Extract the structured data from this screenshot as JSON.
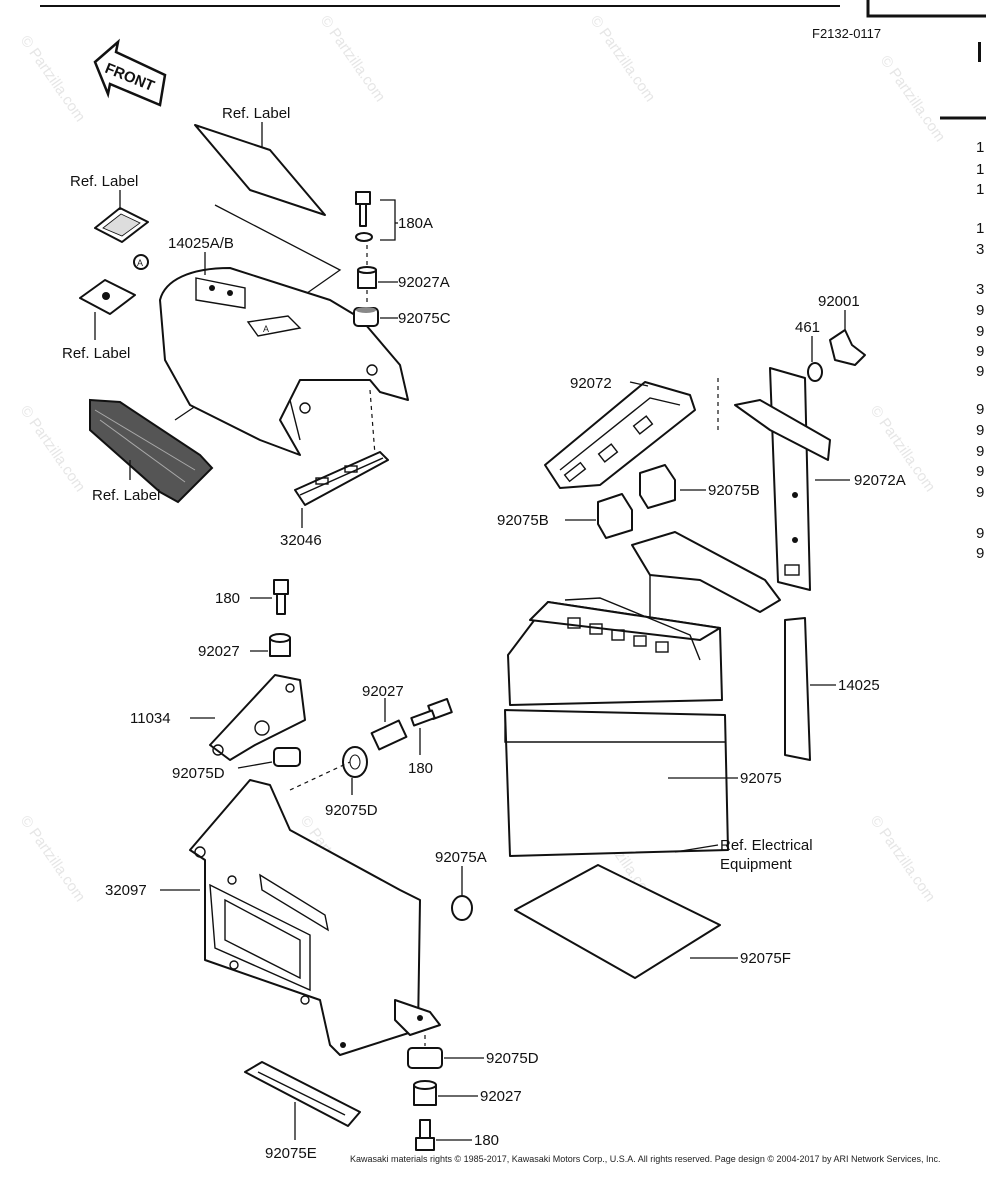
{
  "figure_code": "F2132-0117",
  "front_arrow": "FRONT",
  "watermark": "© Partzilla.com",
  "footer": "Kawasaki materials rights © 1985-2017, Kawasaki Motors Corp., U.S.A. All rights reserved. Page design © 2004-2017 by ARI Network Services, Inc.",
  "labels": {
    "ref_label_top": "Ref. Label",
    "ref_label_left_top": "Ref. Label",
    "ref_label_left_mid": "Ref. Label",
    "ref_label_left_bottom": "Ref. Label",
    "p14025ab": "14025A/B",
    "p180a": "180A",
    "p92027a": "92027A",
    "p92075c": "92075C",
    "p32046": "32046",
    "p92001": "92001",
    "p461": "461",
    "p92072": "92072",
    "p92072a": "92072A",
    "p92075b_1": "92075B",
    "p92075b_2": "92075B",
    "p14025": "14025",
    "p92075": "92075",
    "ref_electrical_1": "Ref. Electrical",
    "ref_electrical_2": "Equipment",
    "p92075f": "92075F",
    "p180_1": "180",
    "p92027_1": "92027",
    "p11034": "11034",
    "p92075d_1": "92075D",
    "p92027_2": "92027",
    "p180_2": "180",
    "p92075d_2": "92075D",
    "p32097": "32097",
    "p92075a": "92075A",
    "p92075d_3": "92075D",
    "p92027_3": "92027",
    "p180_3": "180",
    "p92075e": "92075E",
    "circle_a": "A"
  },
  "right_edge_glyphs": [
    "1",
    "1",
    "1",
    "1",
    "3",
    "3",
    "9",
    "9",
    "9",
    "9",
    "9",
    "9",
    "9",
    "9",
    "9",
    "9",
    "9"
  ]
}
